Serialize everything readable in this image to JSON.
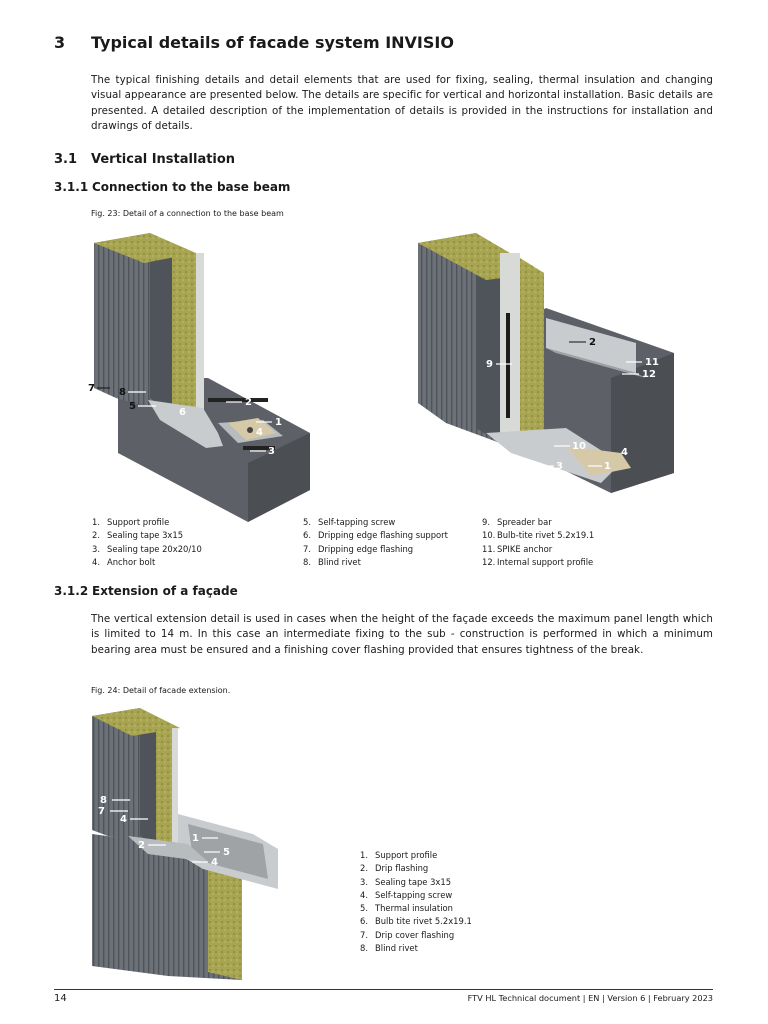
{
  "section": {
    "number": "3",
    "title": "Typical details of facade system INVISIO"
  },
  "intro": "The typical finishing details and detail elements that are used for fixing, sealing, thermal insulation and changing visual appearance are presented below. The details are specific for vertical and horizontal installation. Basic details are presented. A detailed description of the implementation of details is provided in the instructions for installation and drawings of details.",
  "sub31": {
    "number": "3.1",
    "title": "Vertical Installation"
  },
  "sub311": {
    "number": "3.1.1",
    "title": "Connection to the base beam"
  },
  "fig23": {
    "caption": "Fig. 23: Detail of a connection to the base beam",
    "labels_left": [
      "7",
      "8",
      "5",
      "6",
      "2",
      "1",
      "4",
      "3"
    ],
    "labels_right": [
      "2",
      "11",
      "12",
      "9",
      "10",
      "4",
      "3",
      "1"
    ],
    "col1": [
      {
        "n": "1.",
        "t": "Support profile"
      },
      {
        "n": "2.",
        "t": "Sealing tape 3x15"
      },
      {
        "n": "3.",
        "t": "Sealing tape 20x20/10"
      },
      {
        "n": "4.",
        "t": "Anchor bolt"
      }
    ],
    "col2": [
      {
        "n": "5.",
        "t": "Self-tapping screw"
      },
      {
        "n": "6.",
        "t": "Dripping edge flashing support"
      },
      {
        "n": "7.",
        "t": "Dripping edge flashing"
      },
      {
        "n": "8.",
        "t": "Blind rivet"
      }
    ],
    "col3": [
      {
        "n": "9.",
        "t": "Spreader bar"
      },
      {
        "n": "10.",
        "t": "Bulb-tite rivet 5.2x19.1"
      },
      {
        "n": "11.",
        "t": "SPIKE anchor"
      },
      {
        "n": "12.",
        "t": "Internal support profile"
      }
    ]
  },
  "sub312": {
    "number": "3.1.2",
    "title": "Extension of a façade"
  },
  "extension_text": "The vertical extension detail is used in cases when the height of the façade exceeds the maximum panel length which is limited to 14 m. In this case an intermediate fixing to the sub - construction is performed in which a minimum bearing area must be ensured and a finishing cover flashing provided that ensures tightness of the break.",
  "fig24": {
    "caption": "Fig. 24: Detail of facade extension.",
    "labels": [
      "8",
      "7",
      "4",
      "1",
      "2",
      "5",
      "4"
    ],
    "list": [
      {
        "n": "1.",
        "t": "Support profile"
      },
      {
        "n": "2.",
        "t": "Drip flashing"
      },
      {
        "n": "3.",
        "t": "Sealing tape 3x15"
      },
      {
        "n": "4.",
        "t": "Self-tapping screw"
      },
      {
        "n": "5.",
        "t": "Thermal insulation"
      },
      {
        "n": "6.",
        "t": "Bulb tite rivet 5.2x19.1"
      },
      {
        "n": "7.",
        "t": "Drip cover flashing"
      },
      {
        "n": "8.",
        "t": "Blind rivet"
      }
    ]
  },
  "colors": {
    "panel": "#6c7177",
    "panel_dark": "#4f545a",
    "insulation": "#a7a552",
    "concrete": "#5d6066",
    "steel": "#c9ccce"
  },
  "footer": {
    "page": "14",
    "doc": "FTV HL Technical document | EN | Version 6 | February 2023"
  }
}
